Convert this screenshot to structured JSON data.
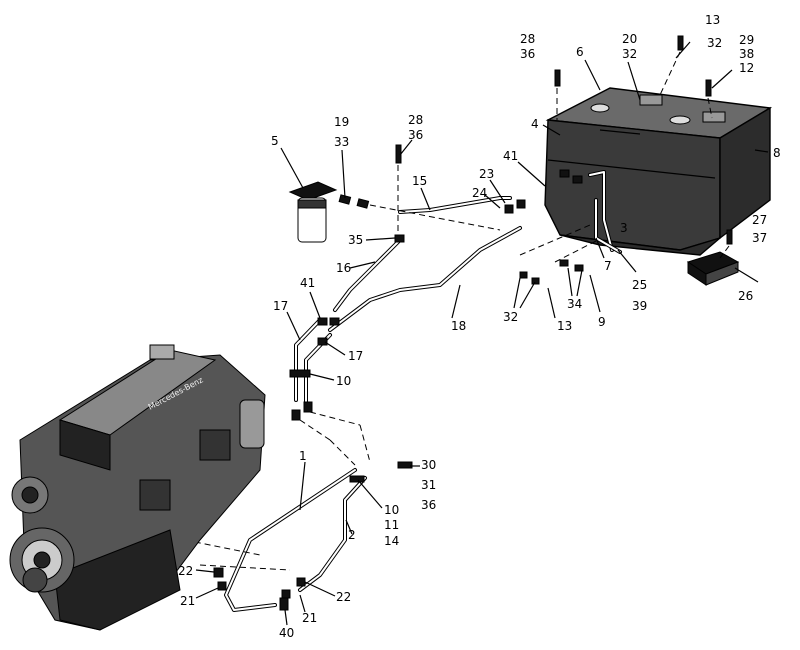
{
  "callouts": [
    {
      "id": "c13a",
      "text": "13"
    },
    {
      "id": "c28a",
      "text": "28"
    },
    {
      "id": "c36a",
      "text": "36"
    },
    {
      "id": "c6",
      "text": "6"
    },
    {
      "id": "c20",
      "text": "20"
    },
    {
      "id": "c32a",
      "text": "32"
    },
    {
      "id": "c32b",
      "text": "32"
    },
    {
      "id": "c29",
      "text": "29"
    },
    {
      "id": "c38",
      "text": "38"
    },
    {
      "id": "c12",
      "text": "12"
    },
    {
      "id": "c4",
      "text": "4"
    },
    {
      "id": "c8",
      "text": "8"
    },
    {
      "id": "c5",
      "text": "5"
    },
    {
      "id": "c19",
      "text": "19"
    },
    {
      "id": "c33",
      "text": "33"
    },
    {
      "id": "c28b",
      "text": "28"
    },
    {
      "id": "c36b",
      "text": "36"
    },
    {
      "id": "c41a",
      "text": "41"
    },
    {
      "id": "c15",
      "text": "15"
    },
    {
      "id": "c23",
      "text": "23"
    },
    {
      "id": "c24",
      "text": "24"
    },
    {
      "id": "c3",
      "text": "3"
    },
    {
      "id": "c35",
      "text": "35"
    },
    {
      "id": "c27",
      "text": "27"
    },
    {
      "id": "c37",
      "text": "37"
    },
    {
      "id": "c16",
      "text": "16"
    },
    {
      "id": "c7",
      "text": "7"
    },
    {
      "id": "c25",
      "text": "25"
    },
    {
      "id": "c39",
      "text": "39"
    },
    {
      "id": "c26",
      "text": "26"
    },
    {
      "id": "c41b",
      "text": "41"
    },
    {
      "id": "c34",
      "text": "34"
    },
    {
      "id": "c9",
      "text": "9"
    },
    {
      "id": "c17a",
      "text": "17"
    },
    {
      "id": "c32c",
      "text": "32"
    },
    {
      "id": "c13b",
      "text": "13"
    },
    {
      "id": "c18",
      "text": "18"
    },
    {
      "id": "c17b",
      "text": "17"
    },
    {
      "id": "c10a",
      "text": "10"
    },
    {
      "id": "c1",
      "text": "1"
    },
    {
      "id": "c30",
      "text": "30"
    },
    {
      "id": "c31",
      "text": "31"
    },
    {
      "id": "c36c",
      "text": "36"
    },
    {
      "id": "c10b",
      "text": "10"
    },
    {
      "id": "c11",
      "text": "11"
    },
    {
      "id": "c14",
      "text": "14"
    },
    {
      "id": "c2",
      "text": "2"
    },
    {
      "id": "c22a",
      "text": "22"
    },
    {
      "id": "c21a",
      "text": "21"
    },
    {
      "id": "c22b",
      "text": "22"
    },
    {
      "id": "c21b",
      "text": "21"
    },
    {
      "id": "c40",
      "text": "40"
    }
  ],
  "engine_brand_text": "Mercedes-Benz"
}
